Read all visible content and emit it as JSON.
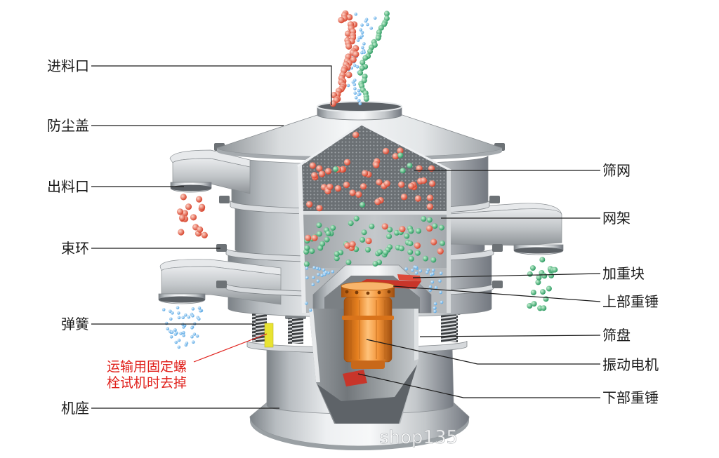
{
  "labels": {
    "inlet": "进料口",
    "dust_cover": "防尘盖",
    "outlet": "出料口",
    "clamp_ring": "束环",
    "spring": "弹簧",
    "transport_bolt_note": [
      "运输用固定螺",
      "栓试机时去掉"
    ],
    "base": "机座",
    "screen_mesh": "筛网",
    "screen_frame": "网架",
    "weight_block": "加重块",
    "upper_weight": "上部重锤",
    "screen_tray": "筛盘",
    "vibration_motor": "振动电机",
    "lower_weight": "下部重锤"
  },
  "watermark": "shop135",
  "colors": {
    "background": "#ffffff",
    "label_text": "#1a1a1a",
    "note_text": "#e0201b",
    "leader_line": "#1a1a1a",
    "particle_red": "#d43a22",
    "particle_green": "#22955a",
    "particle_blue": "#4a9fe0",
    "weight_red": "#c8352a",
    "weight_block_red": "#dd4a3a",
    "transport_bolt_yellow": "#e8e332"
  }
}
